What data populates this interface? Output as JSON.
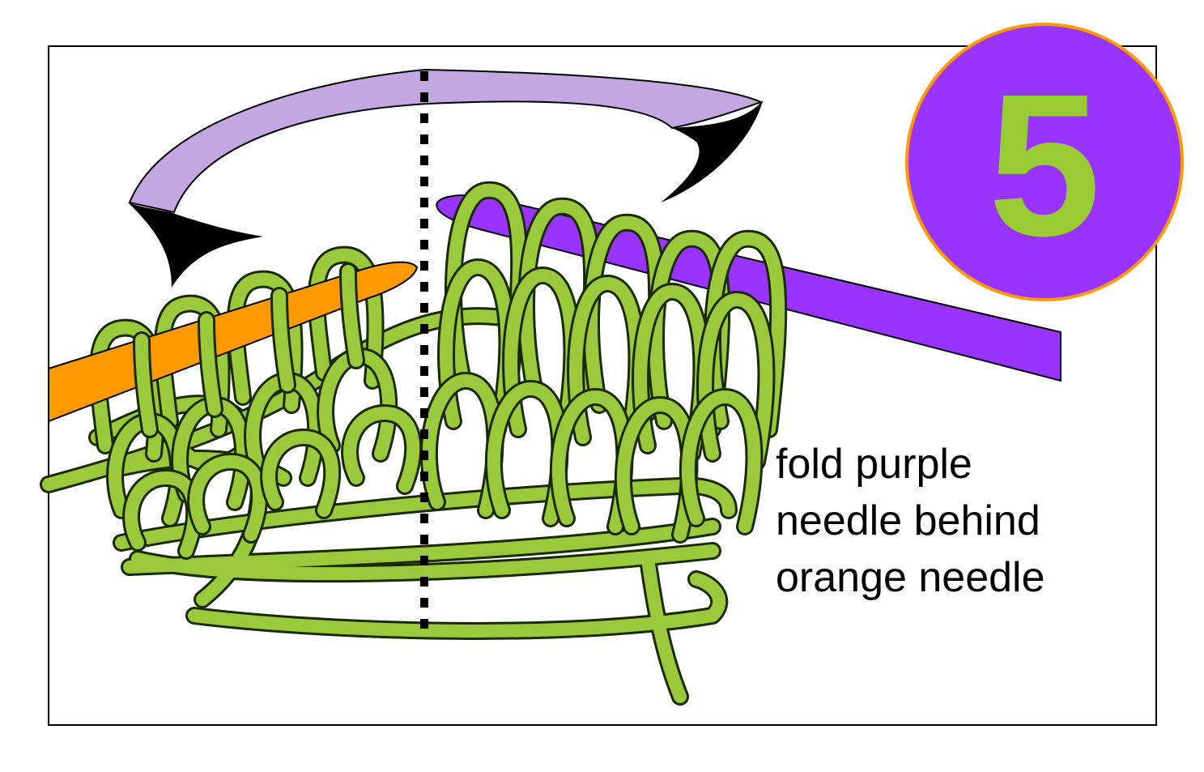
{
  "step": {
    "number": "5"
  },
  "caption": {
    "lines": [
      "fold purple",
      "needle behind",
      "orange needle"
    ]
  },
  "colors": {
    "yarn": "#9ACA3C",
    "yarn_outline": "#1a2a00",
    "orange_needle": "#FF9900",
    "purple_needle": "#9933FF",
    "arrow_band": "#C4A6E0",
    "badge_fill": "#9933FF",
    "badge_ring": "#FF9900",
    "badge_number": "#99CC33",
    "frame": "#000000"
  },
  "icons": {
    "fold_arrow": "curved-arrow-icon",
    "fold_line": "dashed-line"
  }
}
